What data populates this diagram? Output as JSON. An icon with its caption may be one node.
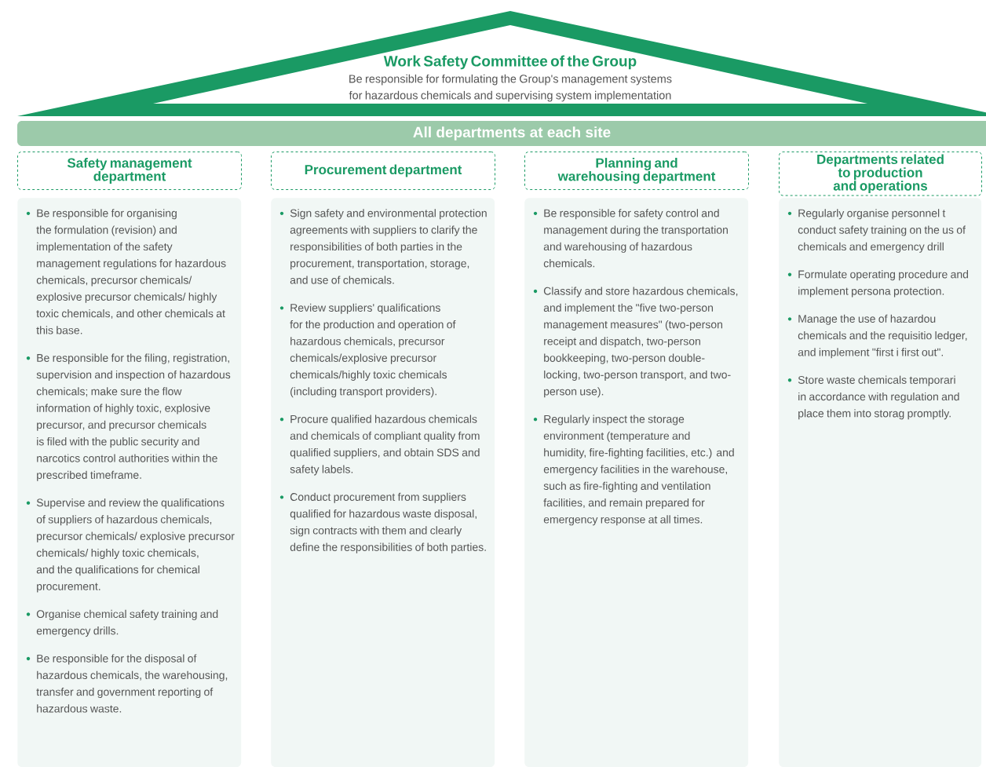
{
  "diagram": {
    "nodes": [
      {
        "text": [
          "Work Safety Committee of the Group",
          "Be responsible for formulating the Group's management systems for hazardous chemicals and supervising system implementation"
        ]
      },
      {
        "text": [
          "All departments at each site"
        ]
      },
      {
        "text": [
          "Safety management department"
        ]
      },
      {
        "text": [
          "Procurement department"
        ]
      },
      {
        "text": [
          "Planning and warehousing department"
        ]
      },
      {
        "text": [
          "Departments related to production and operations"
        ]
      },
      {
        "text": [
          "Be responsible for organising the formulation (revision) and implementation of the safety management regulations for hazardous chemicals, precursor chemicals/ explosive precursor chemicals/ highly toxic chemicals, and other chemicals at this base.",
          "Be responsible for the filing, registration, supervision and inspection of hazardous chemicals; make sure the flow information of highly toxic, explosive precursor, and precursor chemicals is filed with the public security and narcotics control authorities within the prescribed timeframe.",
          "Supervise and review the qualifications of suppliers of hazardous chemicals, precursor chemicals/ explosive precursor chemicals/ highly toxic chemicals, and the qualifications for chemical procurement.",
          "Organise chemical safety training and emergency drills.",
          "Be responsible for the disposal of hazardous chemicals, the warehousing, transfer and government reporting of hazardous waste."
        ]
      },
      {
        "text": [
          "Sign safety and environmental protection agreements with suppliers to clarify the responsibilities of both parties in the procurement, transportation, storage, and use of chemicals.",
          "Review suppliers' qualifications for the production and operation of hazardous chemicals, precursor chemicals/explosive precursor chemicals/highly toxic chemicals (including transport providers).",
          "Procure qualified hazardous chemicals and chemicals of compliant quality from qualified suppliers, and obtain SDS and safety labels.",
          "Conduct procurement from suppliers qualified for hazardous waste disposal, sign contracts with them and clearly define the responsibilities of both parties."
        ]
      },
      {
        "text": [
          "Be responsible for safety control and management during the transportation and warehousing of hazardous chemicals.",
          "Classify and store hazardous chemicals, and implement the \"five two-person management measures\" (two-person receipt and dispatch, two-person bookkeeping, two-person double-locking, two-person transport, and two-person use).",
          "Regularly inspect the storage environment (temperature and humidity, fire-fighting facilities, etc.) and emergency facilities in the warehouse, such as fire-fighting and ventilation facilities, and remain prepared for emergency response at all times."
        ]
      },
      {
        "text": [
          "Regularly organise personnel t conduct safety training on the us of chemicals and emergency drill",
          "Formulate operating procedure and implement persona protection.",
          "Manage the use of hazardou chemicals and the requisitio ledger, and implement \"first i first out\".",
          "Store waste chemicals temporari in accordance with regulation and place them into storag promptly."
        ]
      }
    ]
  }
}
